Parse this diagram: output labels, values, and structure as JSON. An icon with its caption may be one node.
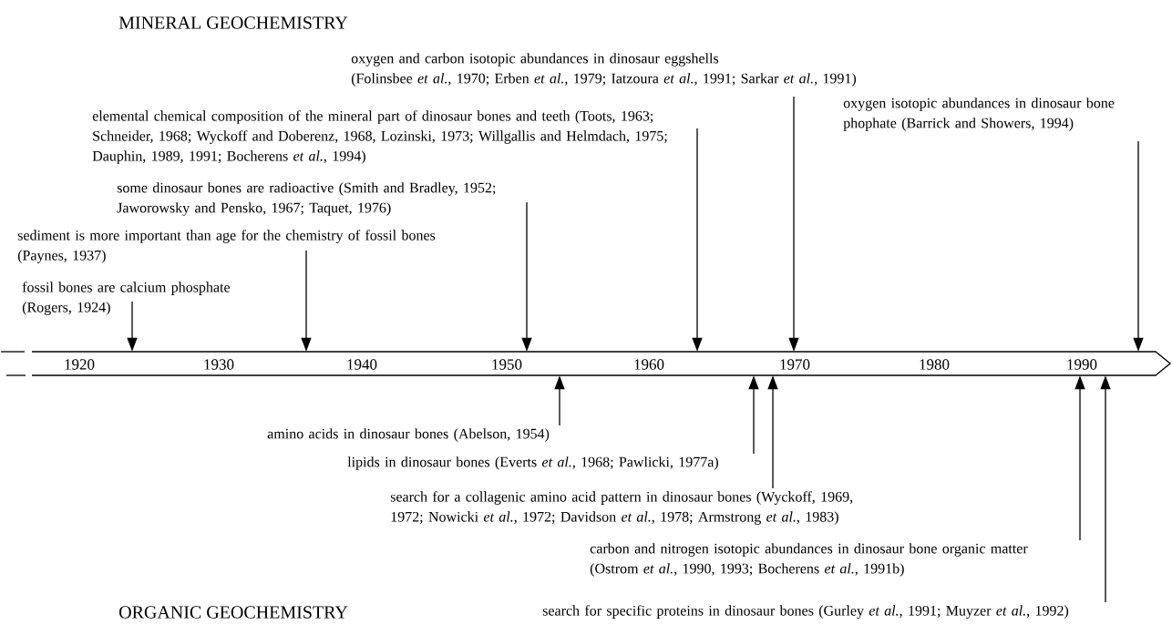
{
  "diagram": {
    "nodes": [
      {
        "text": [],
        "shape": "band"
      },
      {
        "text": [
          "oxygen and carbon isotopic abundances in dinosaur eggshells",
          "(Folinsbee *et al.*, 1970; Erben *et al.*, 1979; Iatzoura *et al.*, 1991; Sarkar *et al.*, 1991)"
        ]
      },
      {
        "text": [
          "elemental chemical composition of the mineral part of dinosaur bones and teeth (Toots, 1963; Schneider, 1968; Wyckoff and Doberenz, 1968, Lozinski, 1973; Willgallis and Helmdach, 1975; Dauphin, 1989, 1991; Bocherens *et al.*, 1994)"
        ]
      },
      {
        "text": [
          "oxygen isotopic abundances in dinosaur bone phophate (Barrick and Showers, 1994)"
        ]
      },
      {
        "text": [
          "some dinosaur bones are radioactive (Smith and Bradley, 1952; Jaworowsky and Pensko, 1967; Taquet, 1976)"
        ]
      },
      {
        "text": [
          "sediment is more important than age for the chemistry of fossil bones (Paynes, 1937)"
        ]
      },
      {
        "text": [
          "fossil bones are calcium phosphate (Rogers, 1924)"
        ]
      },
      {
        "text": [
          "amino acids in dinosaur bones (Abelson, 1954)"
        ]
      },
      {
        "text": [
          "lipids in dinosaur bones (Everts *et al.*, 1968; Pawlicki, 1977a)"
        ]
      },
      {
        "text": [
          "search for a collagenic amino acid pattern in dinosaur bones (Wyckoff, 1969, 1972; Nowicki *et al.*, 1972; Davidson *et al.*, 1978; Armstrong *et al.*, 1983)"
        ]
      },
      {
        "text": [
          "carbon and nitrogen isotopic abundances in dinosaur bone organic matter (Ostrom *et al.*, 1990, 1993; Bocherens *et al.*, 1991b)"
        ]
      },
      {
        "text": [
          "search for specific proteins in dinosaur bones  (Gurley *et al.*, 1991; Muyzer *et al.*, 1992)"
        ]
      }
    ],
    "edges": [
      {
        "from": 1,
        "to": 0,
        "arrow": "to"
      },
      {
        "from": 2,
        "to": 0,
        "arrow": "to"
      },
      {
        "from": 3,
        "to": 0,
        "arrow": "to"
      },
      {
        "from": 4,
        "to": 0,
        "arrow": "to"
      },
      {
        "from": 5,
        "to": 0,
        "arrow": "to"
      },
      {
        "from": 6,
        "to": 0,
        "arrow": "to"
      },
      {
        "from": 7,
        "to": 0,
        "arrow": "to"
      },
      {
        "from": 8,
        "to": 0,
        "arrow": "to"
      },
      {
        "from": 9,
        "to": 0,
        "arrow": "to"
      },
      {
        "from": 10,
        "to": 0,
        "arrow": "to"
      },
      {
        "from": 11,
        "to": 0,
        "arrow": "to"
      }
    ],
    "labels": [
      "MINERAL GEOCHEMISTRY",
      "1920",
      "1930",
      "1940",
      "1950",
      "1960",
      "1970",
      "1980",
      "1990",
      "ORGANIC GEOCHEMISTRY"
    ]
  }
}
